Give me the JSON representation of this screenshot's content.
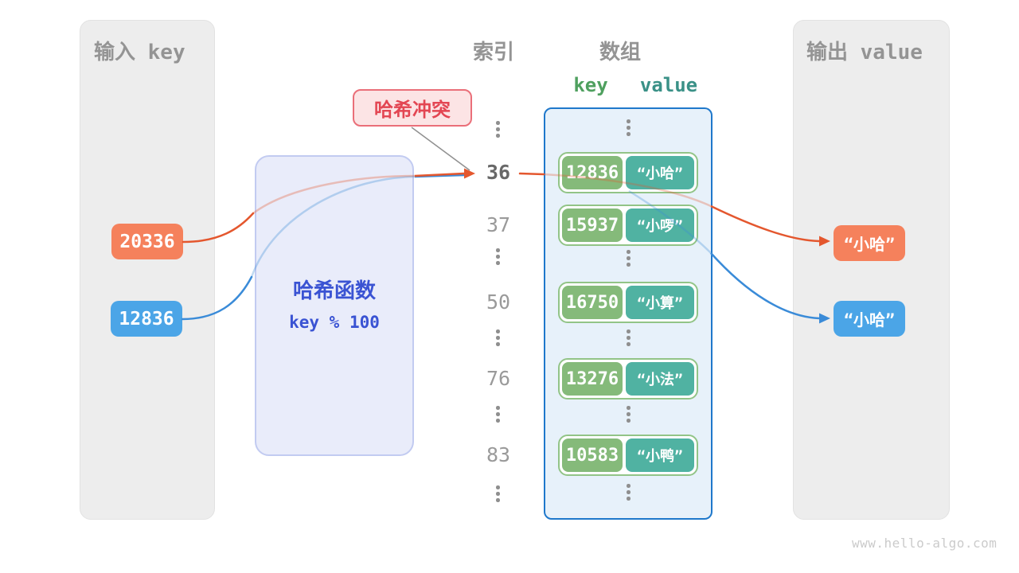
{
  "input_panel": {
    "title": "输入 key",
    "items": [
      {
        "label": "20336",
        "color": "#f5815c"
      },
      {
        "label": "12836",
        "color": "#4ba5e7"
      }
    ]
  },
  "output_panel": {
    "title": "输出 value",
    "items": [
      {
        "label": "“小哈”",
        "color": "#f5815c"
      },
      {
        "label": "“小哈”",
        "color": "#4ba5e7"
      }
    ]
  },
  "hash_box": {
    "title": "哈希函数",
    "formula": "key % 100"
  },
  "collision_badge": {
    "label": "哈希冲突"
  },
  "index_column": {
    "title": "索引",
    "labels": [
      "36",
      "37",
      "50",
      "76",
      "83"
    ],
    "highlighted": "36"
  },
  "array": {
    "title": "数组",
    "key_header": "key",
    "value_header": "value",
    "entries": [
      {
        "key": "12836",
        "value": "“小哈”"
      },
      {
        "key": "15937",
        "value": "“小啰”"
      },
      {
        "key": "16750",
        "value": "“小算”"
      },
      {
        "key": "13276",
        "value": "“小法”"
      },
      {
        "key": "10583",
        "value": "“小鸭”"
      }
    ]
  },
  "watermark": "www.hello-algo.com",
  "colors": {
    "orange_chip": "#f5815c",
    "orange_line": "#e4572e",
    "blue_chip": "#4ba5e7",
    "blue_line": "#3a8bd8",
    "key_green": "#85ba7a",
    "value_teal": "#50b2a2",
    "pair_border": "#92c487",
    "array_border": "#1f78cb",
    "array_bg": "#e7f1fa",
    "hash_text": "#3a53d3",
    "hash_bg": "#e9ecfa",
    "collision_text": "#e34653",
    "collision_bg": "#fce4e5",
    "panel_bg": "#ededed",
    "gray_text": "#949494"
  }
}
